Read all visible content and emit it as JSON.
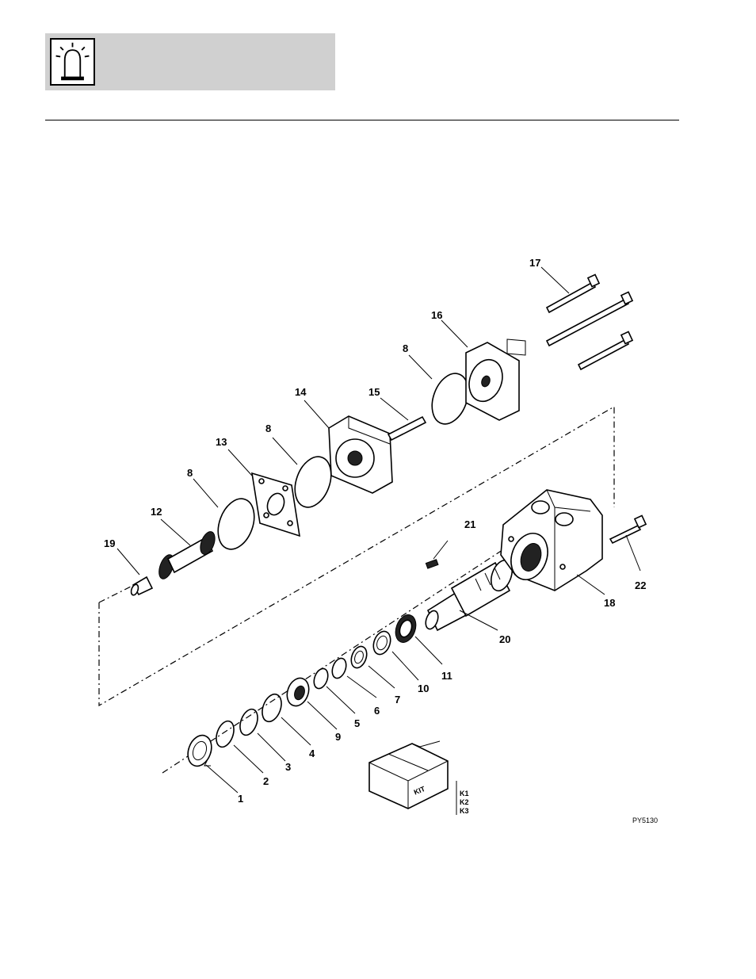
{
  "header": {
    "icon": "beacon-light-icon"
  },
  "diagram": {
    "callouts": [
      "1",
      "2",
      "3",
      "4",
      "5",
      "6",
      "7",
      "8",
      "9",
      "10",
      "11",
      "12",
      "13",
      "14",
      "15",
      "16",
      "17",
      "18",
      "19",
      "20",
      "21",
      "22"
    ],
    "callout_8": "8",
    "kit": {
      "box_text": "KIT",
      "items": [
        "K1",
        "K2",
        "K3"
      ]
    },
    "figure_id": "PY5130"
  }
}
